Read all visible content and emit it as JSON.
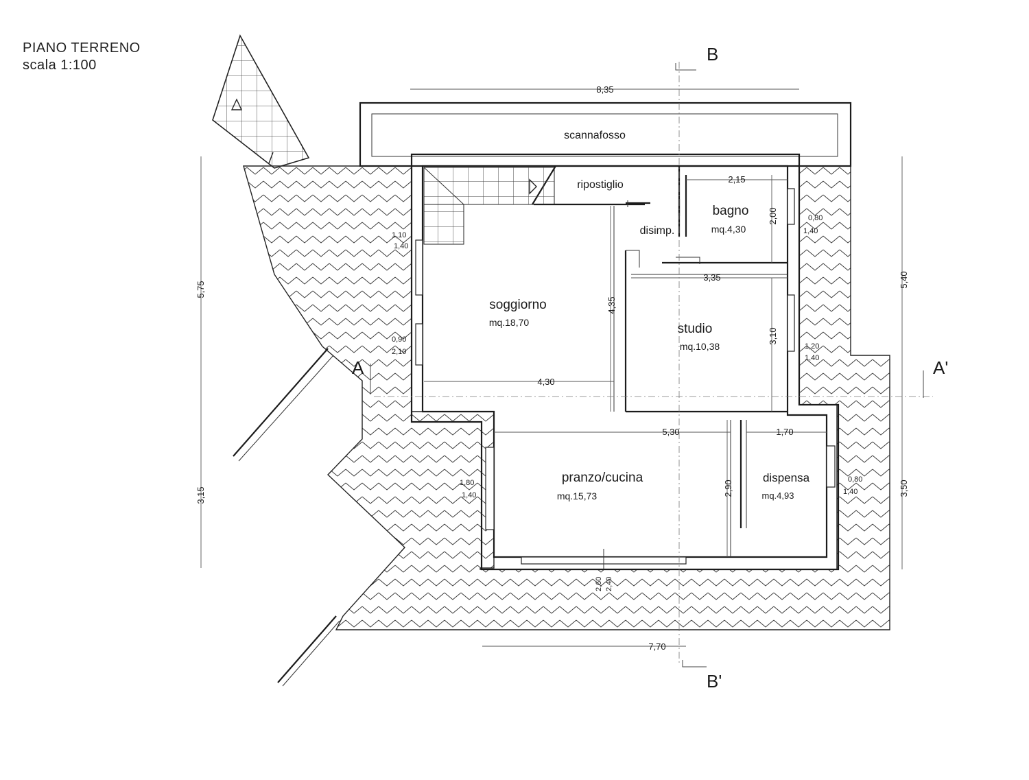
{
  "header": {
    "title": "PIANO TERRENO",
    "scale": "scala 1:100"
  },
  "rooms": {
    "scannafosso": "scannafosso",
    "ripostiglio": "ripostiglio",
    "disimp": "disimp.",
    "bagno": {
      "name": "bagno",
      "area": "mq.4,30"
    },
    "soggiorno": {
      "name": "soggiorno",
      "area": "mq.18,70"
    },
    "studio": {
      "name": "studio",
      "area": "mq.10,38"
    },
    "pranzo": {
      "name": "pranzo/cucina",
      "area": "mq.15,73"
    },
    "dispensa": {
      "name": "dispensa",
      "area": "mq.4,93"
    }
  },
  "sections": {
    "a": "A",
    "a_prime": "A'",
    "b": "B",
    "b_prime": "B'"
  },
  "dimensions": {
    "top_width": "8,35",
    "bottom_width": "7,70",
    "left_total": "5,75",
    "left_lower": "3,15",
    "right_upper": "5,40",
    "right_lower": "3,50",
    "bagno_width": "2,15",
    "bagno_height": "2,00",
    "studio_width": "3,35",
    "studio_height": "3,10",
    "soggiorno_width": "4,30",
    "soggiorno_height": "4,35",
    "pranzo_width": "5,30",
    "pranzo_height": "2,90",
    "dispensa_width": "1,70"
  },
  "openings": {
    "w_soggiorno_upper_w": "1,10",
    "w_soggiorno_upper_h": "1,40",
    "w_soggiorno_lower_w": "0,90",
    "w_soggiorno_lower_h": "2,10",
    "w_bagno_w": "0,80",
    "w_bagno_h": "1,40",
    "w_studio_w": "1,20",
    "w_studio_h": "1,40",
    "w_pranzo_w": "1,80",
    "w_pranzo_h": "1,40",
    "w_dispensa_w": "0,80",
    "w_dispensa_h": "1,40",
    "door_bottom_w": "2,60",
    "door_bottom_h": "2,40"
  }
}
